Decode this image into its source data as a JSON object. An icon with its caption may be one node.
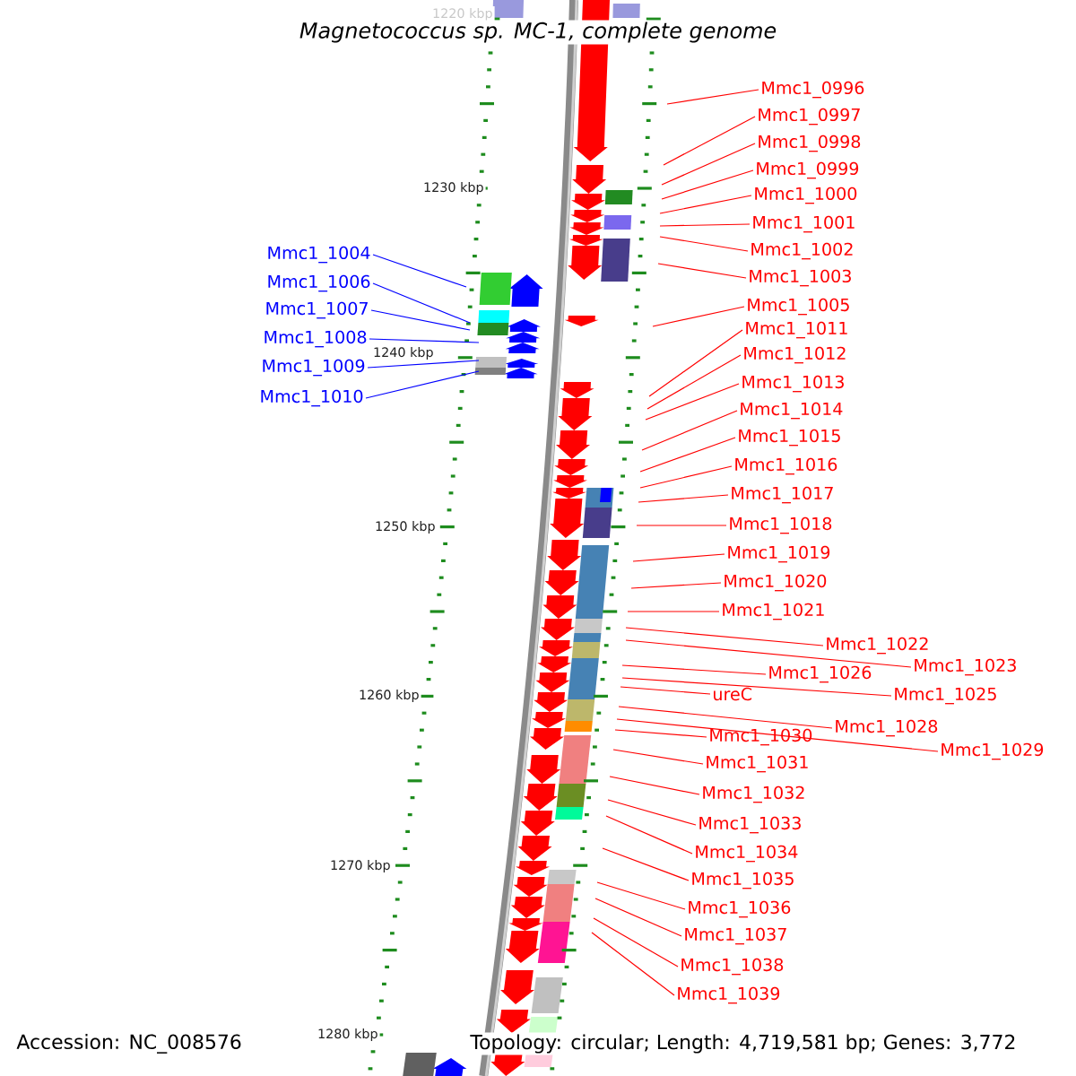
{
  "diagram": {
    "title": "Magnetococcus sp. MC-1, complete genome",
    "nodes": [
      {
        "text": [
          "Mmc1_0996"
        ]
      },
      {
        "text": [
          "Mmc1_0997"
        ]
      },
      {
        "text": [
          "Mmc1_0998"
        ]
      },
      {
        "text": [
          "Mmc1_0999"
        ]
      },
      {
        "text": [
          "Mmc1_1000"
        ]
      },
      {
        "text": [
          "Mmc1_1001"
        ]
      },
      {
        "text": [
          "Mmc1_1002"
        ]
      },
      {
        "text": [
          "Mmc1_1003"
        ]
      },
      {
        "text": [
          "Mmc1_1005"
        ]
      },
      {
        "text": [
          "Mmc1_1011"
        ]
      },
      {
        "text": [
          "Mmc1_1012"
        ]
      },
      {
        "text": [
          "Mmc1_1013"
        ]
      },
      {
        "text": [
          "Mmc1_1014"
        ]
      },
      {
        "text": [
          "Mmc1_1015"
        ]
      },
      {
        "text": [
          "Mmc1_1016"
        ]
      },
      {
        "text": [
          "Mmc1_1017"
        ]
      },
      {
        "text": [
          "Mmc1_1018"
        ]
      },
      {
        "text": [
          "Mmc1_1019"
        ]
      },
      {
        "text": [
          "Mmc1_1020"
        ]
      },
      {
        "text": [
          "Mmc1_1021"
        ]
      },
      {
        "text": [
          "Mmc1_1022"
        ]
      },
      {
        "text": [
          "Mmc1_1023"
        ]
      },
      {
        "text": [
          "Mmc1_1026"
        ]
      },
      {
        "text": [
          "Mmc1_1025"
        ]
      },
      {
        "text": [
          "ureC"
        ]
      },
      {
        "text": [
          "Mmc1_1028"
        ]
      },
      {
        "text": [
          "Mmc1_1030"
        ]
      },
      {
        "text": [
          "Mmc1_1029"
        ]
      },
      {
        "text": [
          "Mmc1_1031"
        ]
      },
      {
        "text": [
          "Mmc1_1032"
        ]
      },
      {
        "text": [
          "Mmc1_1033"
        ]
      },
      {
        "text": [
          "Mmc1_1034"
        ]
      },
      {
        "text": [
          "Mmc1_1035"
        ]
      },
      {
        "text": [
          "Mmc1_1036"
        ]
      },
      {
        "text": [
          "Mmc1_1037"
        ]
      },
      {
        "text": [
          "Mmc1_1038"
        ]
      },
      {
        "text": [
          "Mmc1_1039"
        ]
      },
      {
        "text": [
          "Mmc1_1004"
        ]
      },
      {
        "text": [
          "Mmc1_1006"
        ]
      },
      {
        "text": [
          "Mmc1_1007"
        ]
      },
      {
        "text": [
          "Mmc1_1008"
        ]
      },
      {
        "text": [
          "Mmc1_1009"
        ]
      },
      {
        "text": [
          "Mmc1_1010"
        ]
      }
    ],
    "edges": [
      {
        "from": 0,
        "to": null,
        "arrow": "none"
      },
      {
        "from": 1,
        "to": null,
        "arrow": "none"
      },
      {
        "from": 2,
        "to": null,
        "arrow": "none"
      },
      {
        "from": 3,
        "to": null,
        "arrow": "none"
      },
      {
        "from": 4,
        "to": null,
        "arrow": "none"
      },
      {
        "from": 5,
        "to": null,
        "arrow": "none"
      },
      {
        "from": 6,
        "to": null,
        "arrow": "none"
      },
      {
        "from": 7,
        "to": null,
        "arrow": "none"
      },
      {
        "from": 8,
        "to": null,
        "arrow": "none"
      },
      {
        "from": 9,
        "to": null,
        "arrow": "none"
      },
      {
        "from": 10,
        "to": null,
        "arrow": "none"
      },
      {
        "from": 11,
        "to": null,
        "arrow": "none"
      },
      {
        "from": 12,
        "to": null,
        "arrow": "none"
      },
      {
        "from": 13,
        "to": null,
        "arrow": "none"
      },
      {
        "from": 14,
        "to": null,
        "arrow": "none"
      },
      {
        "from": 15,
        "to": null,
        "arrow": "none"
      },
      {
        "from": 16,
        "to": null,
        "arrow": "none"
      },
      {
        "from": 17,
        "to": null,
        "arrow": "none"
      },
      {
        "from": 18,
        "to": null,
        "arrow": "none"
      },
      {
        "from": 19,
        "to": null,
        "arrow": "none"
      },
      {
        "from": 20,
        "to": null,
        "arrow": "none"
      },
      {
        "from": 21,
        "to": null,
        "arrow": "none"
      },
      {
        "from": 22,
        "to": null,
        "arrow": "none"
      },
      {
        "from": 23,
        "to": null,
        "arrow": "none"
      },
      {
        "from": 24,
        "to": null,
        "arrow": "none"
      },
      {
        "from": 25,
        "to": null,
        "arrow": "none"
      },
      {
        "from": 26,
        "to": null,
        "arrow": "none"
      },
      {
        "from": 27,
        "to": null,
        "arrow": "none"
      },
      {
        "from": 28,
        "to": null,
        "arrow": "none"
      },
      {
        "from": 29,
        "to": null,
        "arrow": "none"
      },
      {
        "from": 30,
        "to": null,
        "arrow": "none"
      },
      {
        "from": 31,
        "to": null,
        "arrow": "none"
      },
      {
        "from": 32,
        "to": null,
        "arrow": "none"
      },
      {
        "from": 33,
        "to": null,
        "arrow": "none"
      },
      {
        "from": 34,
        "to": null,
        "arrow": "none"
      },
      {
        "from": 35,
        "to": null,
        "arrow": "none"
      },
      {
        "from": 36,
        "to": null,
        "arrow": "none"
      },
      {
        "from": 37,
        "to": null,
        "arrow": "none",
        "color": "#0000ff"
      },
      {
        "from": 38,
        "to": null,
        "arrow": "none",
        "color": "#0000ff"
      },
      {
        "from": 39,
        "to": null,
        "arrow": "none",
        "color": "#0000ff"
      },
      {
        "from": 40,
        "to": null,
        "arrow": "none",
        "color": "#0000ff"
      },
      {
        "from": 41,
        "to": null,
        "arrow": "none",
        "color": "#0000ff"
      },
      {
        "from": 42,
        "to": null,
        "arrow": "none",
        "color": "#0000ff"
      }
    ],
    "labels": [
      "1220 kbp",
      "1230 kbp",
      "1240 kbp",
      "1250 kbp",
      "1260 kbp",
      "1270 kbp",
      "1280 kbp",
      "Accession: NC_008576",
      "Topology: circular; Length: 4,719,581 bp; Genes: 3,772"
    ]
  }
}
